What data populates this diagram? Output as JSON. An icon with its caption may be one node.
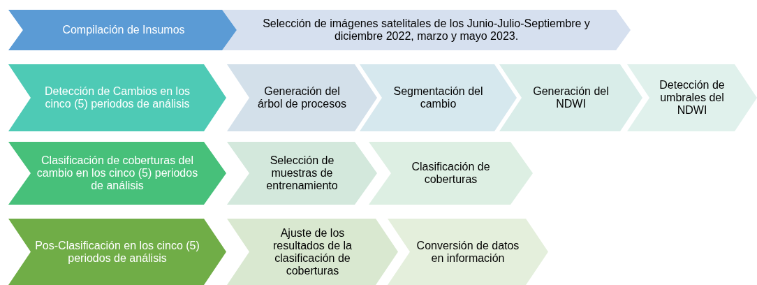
{
  "diagram": {
    "nodes": [
      {
        "text": [
          "Compilación de Insumos"
        ]
      },
      {
        "text": [
          "Selección de imágenes satelitales de los Junio-Julio-Septiembre y diciembre 2022, marzo y mayo 2023."
        ]
      },
      {
        "text": [
          "Detección de Cambios en los cinco (5) periodos de análisis"
        ]
      },
      {
        "text": [
          "Generación del árbol de procesos"
        ]
      },
      {
        "text": [
          "Segmentación del cambio"
        ]
      },
      {
        "text": [
          "Generación del NDWI"
        ]
      },
      {
        "text": [
          "Detección de umbrales del NDWI"
        ]
      },
      {
        "text": [
          "Clasificación de coberturas del cambio en los cinco (5) periodos de análisis"
        ]
      },
      {
        "text": [
          "Selección de muestras de entrenamiento"
        ]
      },
      {
        "text": [
          "Clasificación de coberturas"
        ]
      },
      {
        "text": [
          "Pos-Clasificación en los cinco (5) periodos de análisis"
        ]
      },
      {
        "text": [
          "Ajuste de los resultados de la clasificación de coberturas"
        ]
      },
      {
        "text": [
          "Conversión de datos en información"
        ]
      }
    ]
  }
}
